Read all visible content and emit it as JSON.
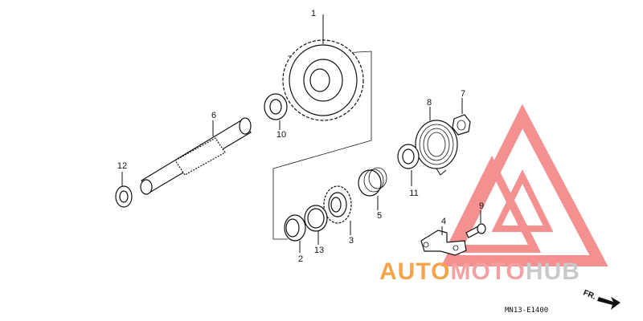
{
  "diagram": {
    "part_numbers": [
      "1",
      "2",
      "3",
      "4",
      "5",
      "6",
      "7",
      "8",
      "9",
      "10",
      "11",
      "12",
      "13"
    ],
    "drawing_code": "MN13-E1400",
    "direction_label": "FR.",
    "watermark": {
      "brand_part1": "AUTO",
      "brand_part2": "MOTO",
      "brand_part3": "HUB",
      "color_part1": "#f5a44a",
      "color_part2": "#f4a0a0",
      "color_part3": "#c9c9c9",
      "logo_color": "#f26b6b"
    }
  }
}
